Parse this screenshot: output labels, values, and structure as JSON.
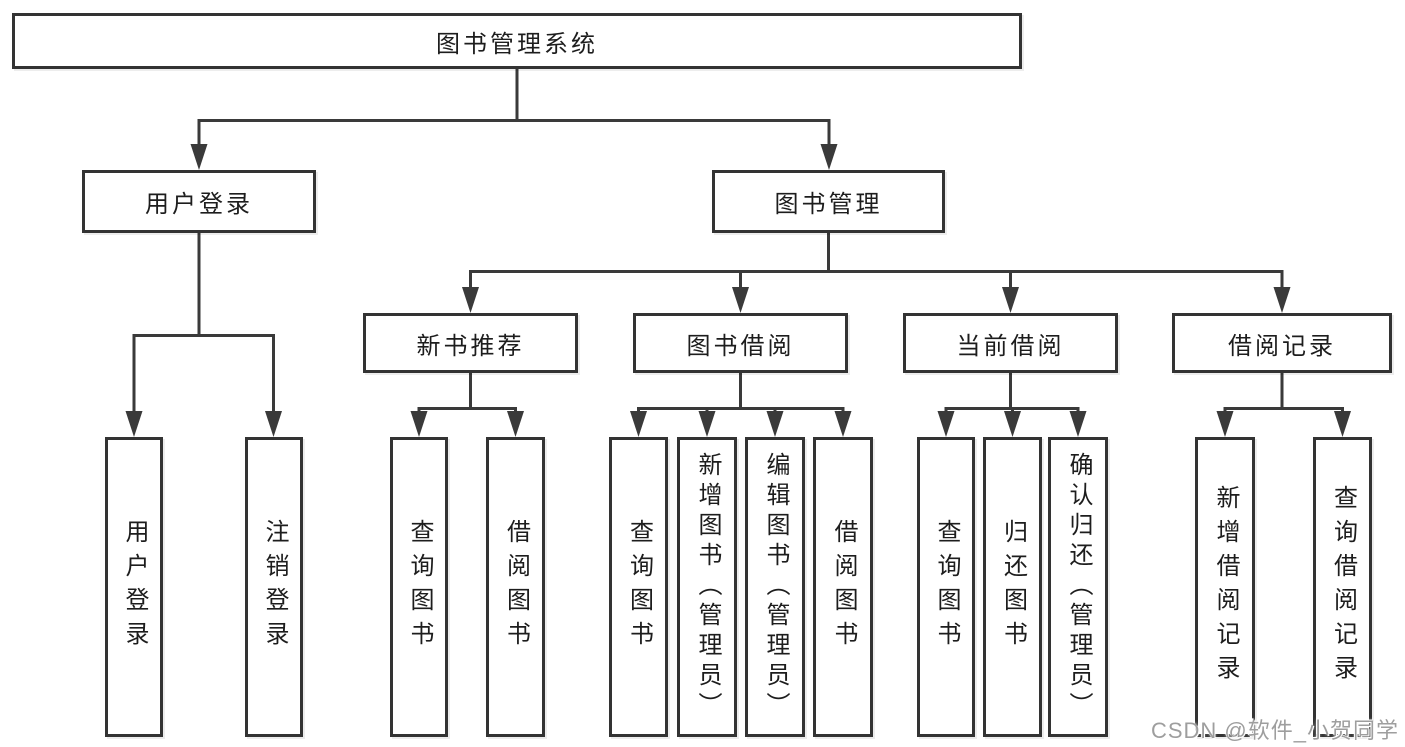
{
  "diagram": {
    "type": "tree",
    "title": "图书管理系统",
    "root": {
      "label": "图书管理系统"
    },
    "level2": [
      {
        "id": "user-login",
        "label": "用户登录",
        "parent": "root"
      },
      {
        "id": "book-management",
        "label": "图书管理",
        "parent": "root"
      }
    ],
    "level3": [
      {
        "id": "new-book-recommend",
        "label": "新书推荐",
        "parent": "book-management"
      },
      {
        "id": "book-borrowing",
        "label": "图书借阅",
        "parent": "book-management"
      },
      {
        "id": "current-borrowing",
        "label": "当前借阅",
        "parent": "book-management"
      },
      {
        "id": "borrowing-records",
        "label": "借阅记录",
        "parent": "book-management"
      }
    ],
    "leaves": {
      "user_login": [
        "用户登录",
        "注销登录"
      ],
      "new_book_recommend": [
        "查询图书",
        "借阅图书"
      ],
      "book_borrowing": [
        "查询图书",
        "新增图书（管理员）",
        "编辑图书（管理员）",
        "借阅图书"
      ],
      "current_borrowing": [
        "查询图书",
        "归还图书",
        "确认归还（管理员）"
      ],
      "borrowing_records": [
        "新增借阅记录",
        "查询借阅记录"
      ]
    }
  },
  "watermark": {
    "text": "CSDN @软件_小贺同学"
  },
  "colors": {
    "line": "#3a3a3a",
    "box_border": "#333333",
    "text": "#1d1d1d",
    "watermark": "#9e9e9e",
    "background": "#ffffff"
  }
}
